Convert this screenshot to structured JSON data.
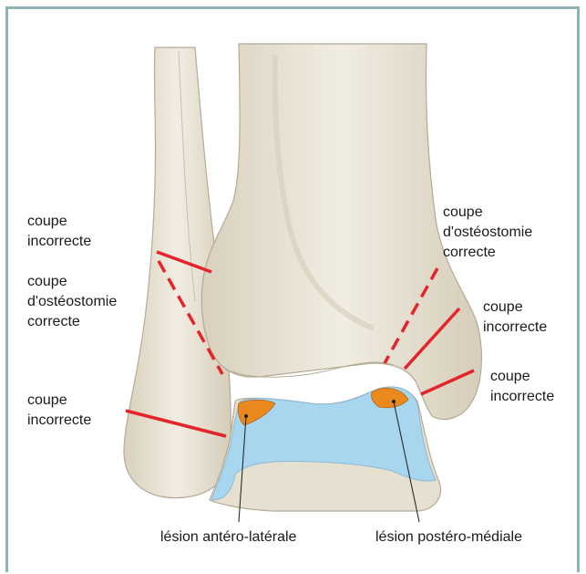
{
  "labels": {
    "left_top": {
      "line1": "coupe",
      "line2": "incorrecte"
    },
    "left_mid": {
      "line1": "coupe",
      "line2": "d'ostéostomie",
      "line3": "correcte"
    },
    "left_bottom": {
      "line1": "coupe",
      "line2": "incorrecte"
    },
    "right_top": {
      "line1": "coupe",
      "line2": "d'ostéostomie",
      "line3": "correcte"
    },
    "right_mid": {
      "line1": "coupe",
      "line2": "incorrecte"
    },
    "right_bottom": {
      "line1": "coupe",
      "line2": "incorrecte"
    },
    "lesion_left": "lésion antéro-latérale",
    "lesion_right": "lésion postéro-médiale"
  },
  "colors": {
    "bone": "#eae4d6",
    "bone_shadow": "#d4ccb8",
    "cartilage": "#a9d6ef",
    "cut_line": "#e3252b",
    "lesion": "#ea8a1e",
    "frame": "#8fb3b5"
  }
}
